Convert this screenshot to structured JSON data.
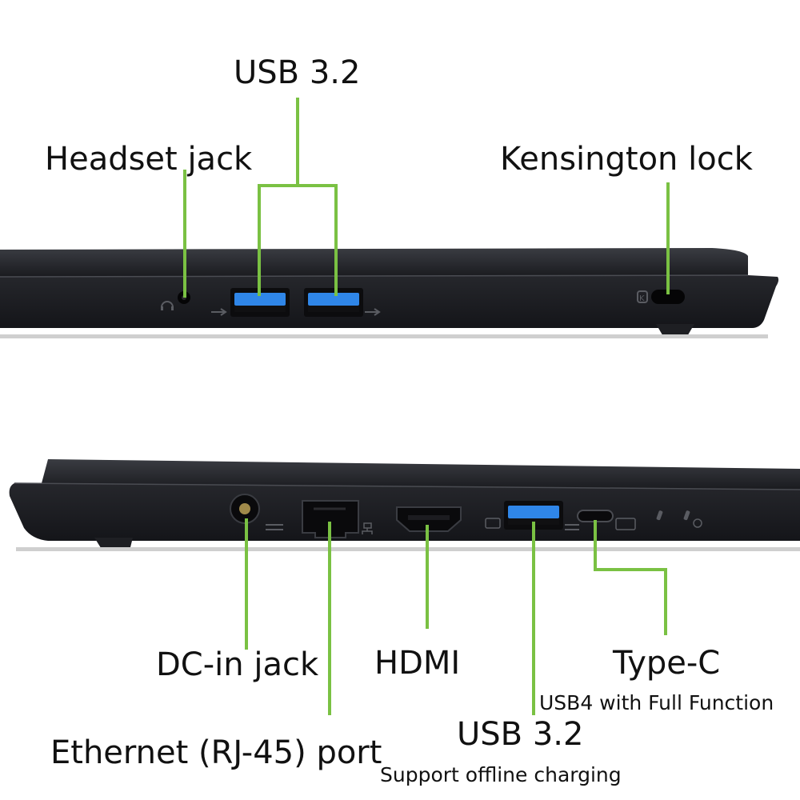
{
  "colors": {
    "leader": "#7ac143",
    "chassis": "#1c1d21",
    "chassis_edge": "#33353b",
    "usb_blue": "#2f86e8",
    "text": "#111111"
  },
  "top_view": {
    "labels": {
      "usb": "USB 3.2",
      "headset": "Headset jack",
      "kensington": "Kensington lock"
    }
  },
  "bottom_view": {
    "labels": {
      "dc_in": "DC-in jack",
      "ethernet": "Ethernet (RJ-45) port",
      "hdmi": "HDMI",
      "usb": "USB 3.2",
      "usb_note": "Support offline charging",
      "typec": "Type-C",
      "typec_note": "USB4 with Full Function"
    }
  },
  "icons": [
    "headset-icon",
    "usb-icon",
    "kensington-icon",
    "power-icon",
    "network-icon",
    "usb-charge-icon",
    "usb-display-icon",
    "battery-led-icon"
  ]
}
